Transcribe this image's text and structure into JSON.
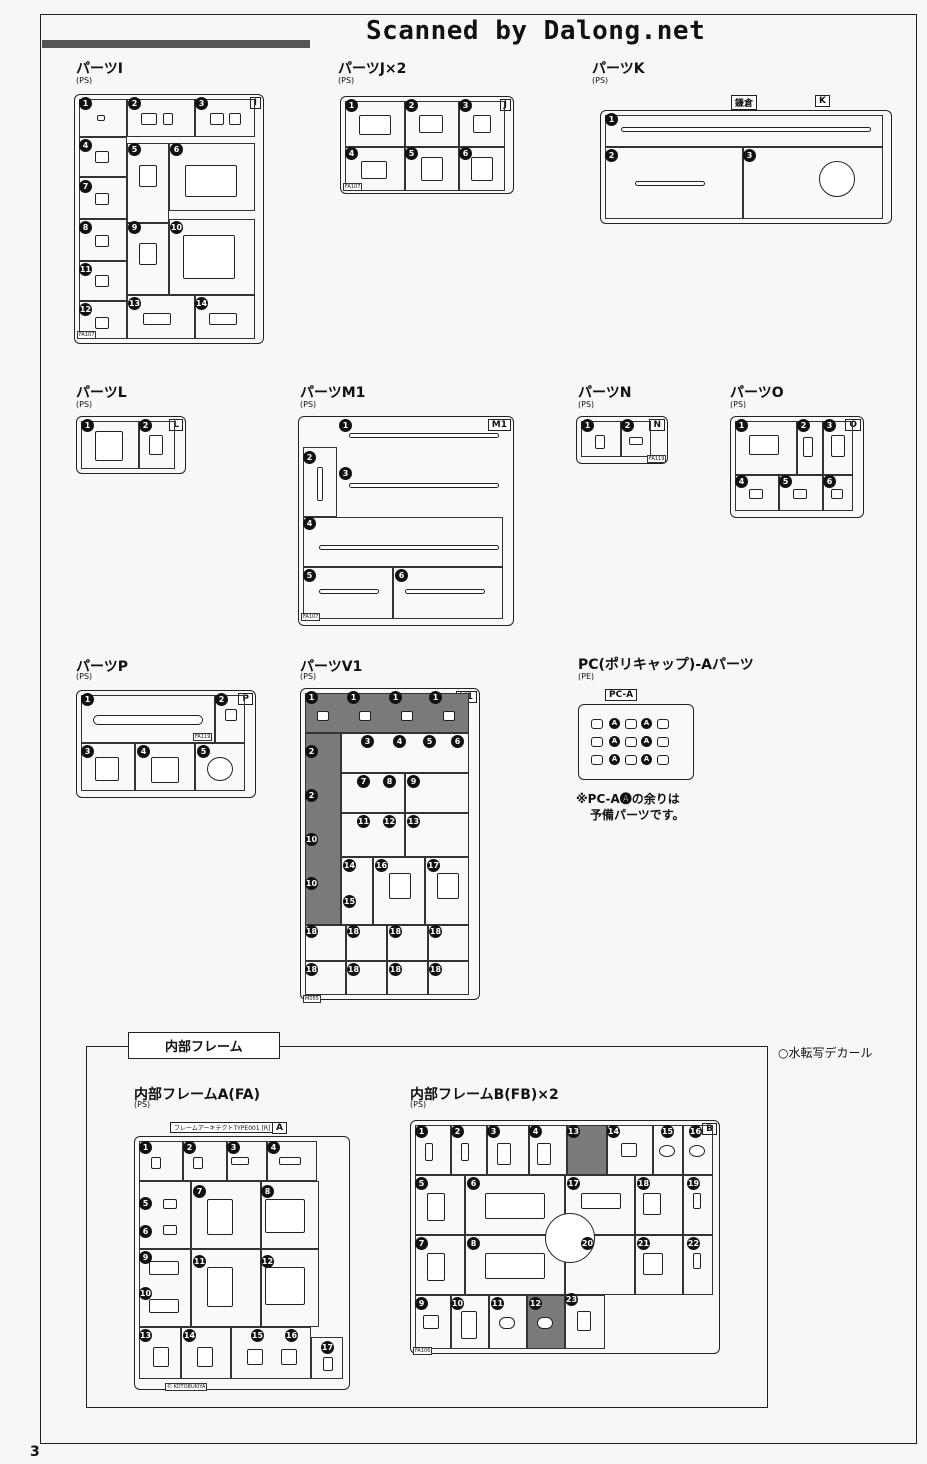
{
  "scan_credit": "Scanned by Dalong.net",
  "page_number": "3",
  "material_ps": "(PS)",
  "material_pe": "(PE)",
  "sections": {
    "I": {
      "title": "パーツI",
      "tag": "I"
    },
    "J": {
      "title": "パーツJ×2",
      "tag": "J"
    },
    "K": {
      "title": "パーツK",
      "tag": "K",
      "tag_text": "鎌倉"
    },
    "L": {
      "title": "パーツL",
      "tag": "L"
    },
    "M1": {
      "title": "パーツM1",
      "tag": "M1"
    },
    "N": {
      "title": "パーツN",
      "tag": "N"
    },
    "O": {
      "title": "パーツO",
      "tag": "O"
    },
    "P": {
      "title": "パーツP",
      "tag": "P"
    },
    "V1": {
      "title": "パーツV1",
      "tag": "V1"
    },
    "PC": {
      "title": "PC(ポリキャップ)-Aパーツ",
      "tag": "PC-A",
      "note1": "※PC-A🅐の余りは",
      "note2": "予備パーツです。"
    }
  },
  "inner_frame": {
    "heading": "内部フレーム",
    "decal_note": "○水転写デカール",
    "FA": {
      "title": "内部フレームA(FA)",
      "tag": "A",
      "header": "フレームアーキテクトTYPE001 [R]",
      "copyright": "© KOTOBUKIYA"
    },
    "FB": {
      "title": "内部フレームB(FB)×2",
      "tag": "B"
    }
  },
  "stamps": {
    "fa107": "FA107",
    "fa119": "FA119",
    "fa106": "FA106",
    "m055": "M055"
  }
}
